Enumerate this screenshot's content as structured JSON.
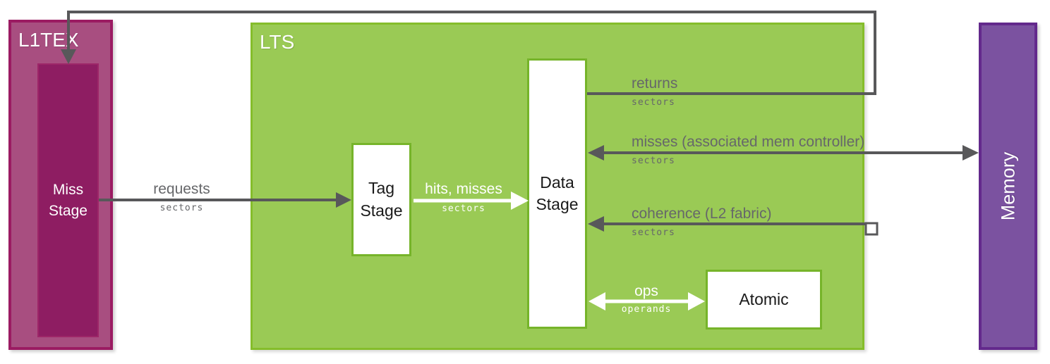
{
  "blocks": {
    "l1tex": {
      "title": "L1TEX",
      "miss_stage": "Miss Stage"
    },
    "lts": {
      "title": "LTS",
      "tag_stage": "Tag Stage",
      "data_stage": "Data Stage",
      "atomic": "Atomic"
    },
    "memory": {
      "title": "Memory"
    }
  },
  "arrows": {
    "requests": {
      "label": "requests",
      "unit": "sectors"
    },
    "hits_misses": {
      "label": "hits, misses",
      "unit": "sectors"
    },
    "returns": {
      "label": "returns",
      "unit": "sectors"
    },
    "misses": {
      "label": "misses (associated mem controller)",
      "unit": "sectors"
    },
    "coherence": {
      "label": "coherence (L2 fabric)",
      "unit": "sectors"
    },
    "ops": {
      "label": "ops",
      "unit": "operands"
    }
  },
  "colors": {
    "l1tex_fill": "#a84e80",
    "l1tex_border": "#9b1b62",
    "miss_fill": "#8e1d62",
    "miss_border": "#9d2668",
    "lts_fill": "#9aca55",
    "lts_border": "#85bd2b",
    "box_border": "#76b42a",
    "memory_fill": "#7b52a0",
    "memory_border": "#63298c",
    "arrow_gray": "#58585a",
    "label_gray": "#66676a",
    "arrow_white": "#ffffff"
  }
}
